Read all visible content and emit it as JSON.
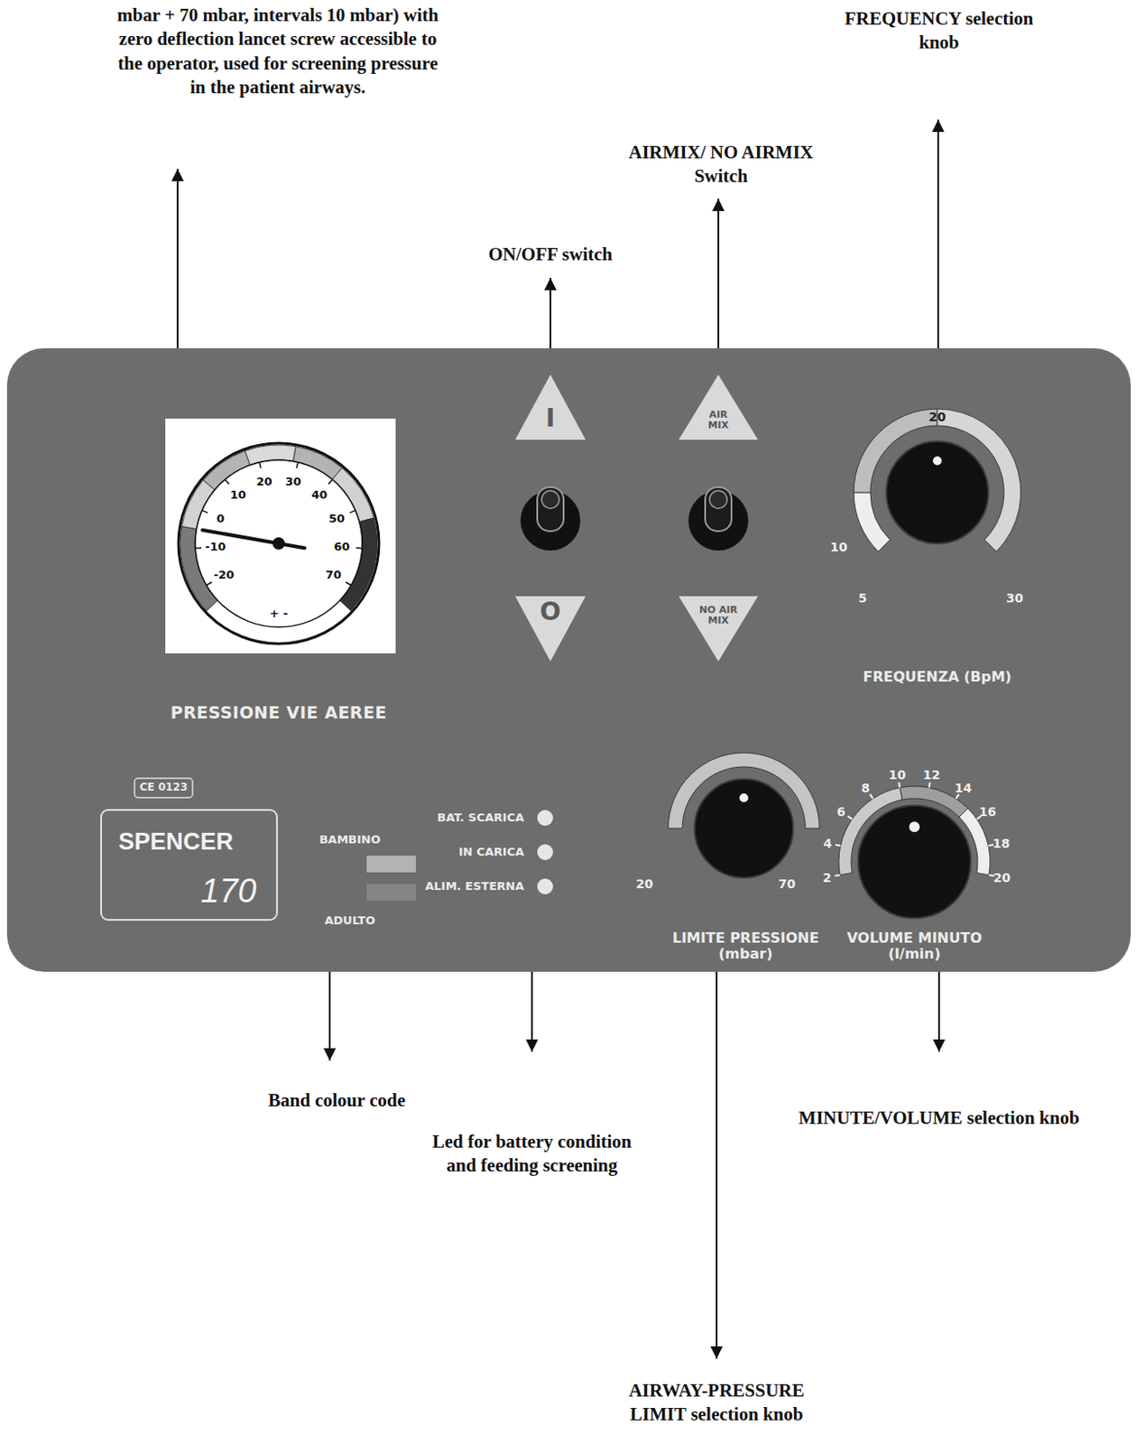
{
  "diagram": {
    "nodes": [
      {
        "text": [
          "10",
          "20",
          "30",
          "40",
          "0",
          "50",
          "-10",
          "60",
          "-20",
          "70",
          "+ -",
          "I",
          "AIR MIX",
          "20",
          "10",
          "5",
          "30",
          "FREQUENZA (BpM)",
          "O",
          "NO AIR MIX",
          "PRESSIONE VIE AEREE",
          "CE 0123",
          "BAT. SCARICA",
          "IN CARICA",
          "ALIM. ESTERNA",
          "SPENCER",
          "170",
          "BAMBINO",
          "ADULTO",
          "20",
          "70",
          "LIMITE PRESSIONE (mbar)",
          "2",
          "4",
          "6",
          "8",
          "10",
          "12",
          "14",
          "16",
          "18",
          "20",
          "VOLUME MINUTO (l/min)"
        ]
      }
    ],
    "labels": [
      "mbar + 70 mbar, intervals 10 mbar) with zero deflection lancet screw accessible to the operator, used for screening pressure in the patient airways.",
      "FREQUENCY selection knob",
      "AIRMIX/ NO AIRMIX Switch",
      "ON/OFF switch",
      "Band colour code",
      "Led for battery condition and feeding screening",
      "AIRWAY-PRESSURE LIMIT selection knob",
      "MINUTE/VOLUME selection knob"
    ]
  }
}
